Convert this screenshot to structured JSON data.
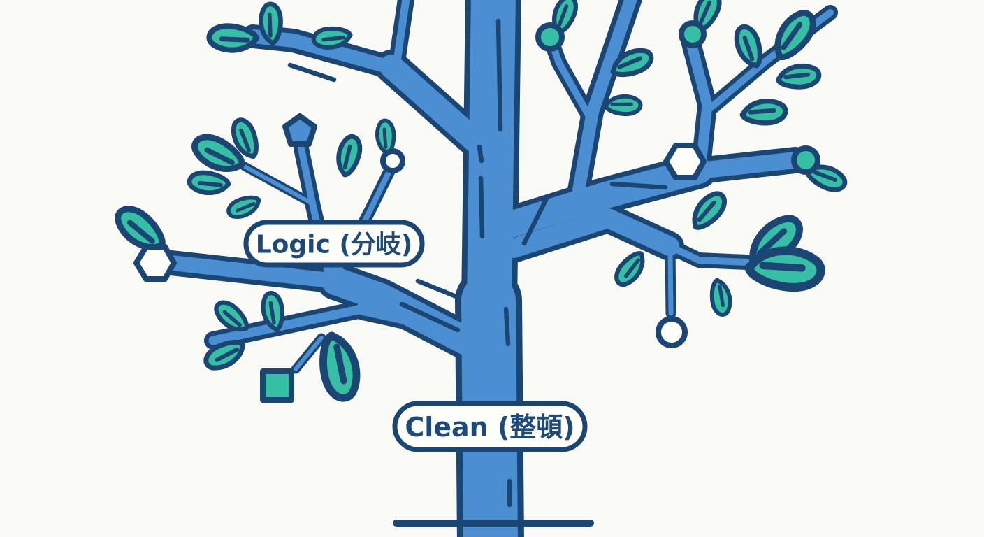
{
  "illustration": {
    "description": "Stylized tree illustration with geometric nodes on branch tips",
    "labels": {
      "logic": {
        "text": "Logic (分岐)"
      },
      "clean": {
        "text": "Clean (整頓)"
      }
    },
    "node_glyphs": [
      "pentagon",
      "hexagon",
      "circle-outline",
      "circle-filled",
      "square"
    ],
    "ground_line": true
  },
  "colors": {
    "background": "#f9f9f6",
    "outline_navy": "#1b4673",
    "branch_blue": "#4b8fd2",
    "leaf_teal": "#36bfa5",
    "node_white": "#fdfdfa",
    "label_text": "#1d4a78"
  }
}
